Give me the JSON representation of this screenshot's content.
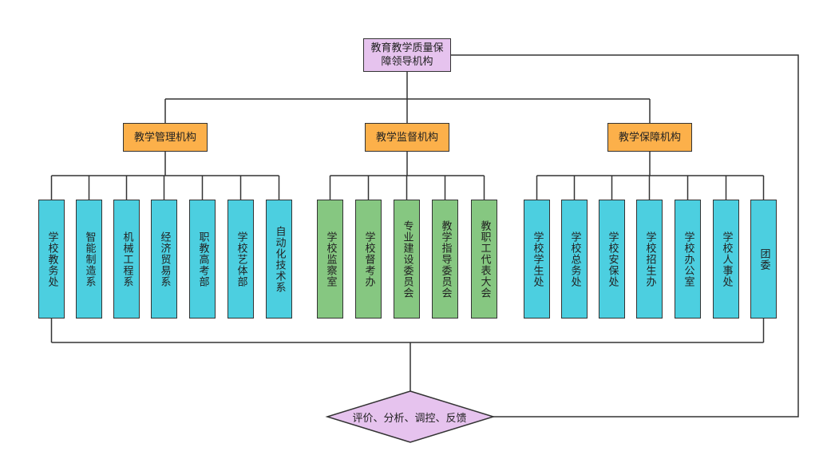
{
  "root": {
    "label": "教育教学质量保障领导机构"
  },
  "feedback": {
    "label": "评价、分析、调控、反馈"
  },
  "groups": [
    {
      "label": "教学管理机构",
      "color": "blue",
      "items": [
        "学校教务处",
        "智能制造系",
        "机械工程系",
        "经济贸易系",
        "职教高考部",
        "学校艺体部",
        "自动化技术系"
      ]
    },
    {
      "label": "教学监督机构",
      "color": "green",
      "items": [
        "学校监察室",
        "学校督考办",
        "专业建设委员会",
        "教学指导委员会",
        "教职工代表大会"
      ]
    },
    {
      "label": "教学保障机构",
      "color": "blue",
      "items": [
        "学校学生处",
        "学校总务处",
        "学校安保处",
        "学校招生办",
        "学校办公室",
        "学校人事处",
        "团委"
      ]
    }
  ],
  "colors": {
    "root": "#e6c3ee",
    "mid": "#fcb04a",
    "blue": "#4ccfe0",
    "green": "#86c781",
    "diamond": "#e6c3ee",
    "line": "#333333"
  }
}
